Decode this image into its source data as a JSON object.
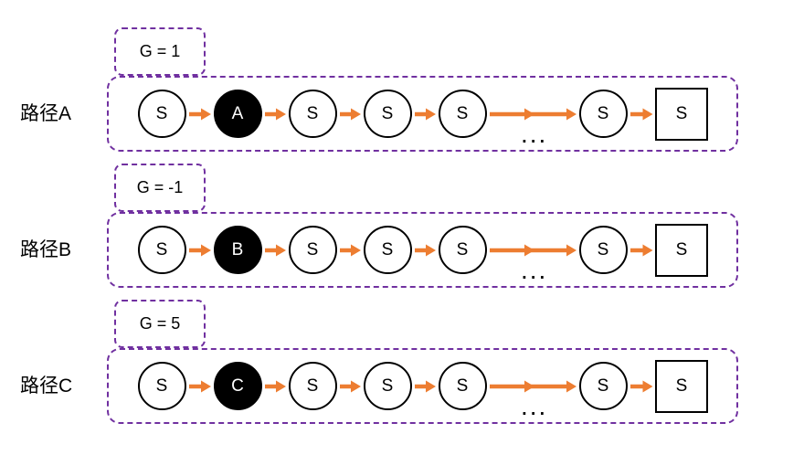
{
  "figure": {
    "title": "",
    "accent_purple": "#7030A0",
    "accent_orange": "#ED7D31",
    "node_fill_dark": "#000000",
    "background": "#ffffff"
  },
  "rows": [
    {
      "label": "路径A",
      "badge": "G = 1",
      "highlight_node": "A",
      "nodes": [
        {
          "text": "S",
          "shape": "circle",
          "filled": false
        },
        {
          "text": "A",
          "shape": "circle",
          "filled": true
        },
        {
          "text": "S",
          "shape": "circle",
          "filled": false
        },
        {
          "text": "S",
          "shape": "circle",
          "filled": false
        },
        {
          "text": "S",
          "shape": "circle",
          "filled": false
        },
        {
          "text": "S",
          "shape": "circle",
          "filled": false
        },
        {
          "text": "S",
          "shape": "square",
          "filled": false
        }
      ],
      "ellipsis": "..."
    },
    {
      "label": "路径B",
      "badge": "G = -1",
      "highlight_node": "B",
      "nodes": [
        {
          "text": "S",
          "shape": "circle",
          "filled": false
        },
        {
          "text": "B",
          "shape": "circle",
          "filled": true
        },
        {
          "text": "S",
          "shape": "circle",
          "filled": false
        },
        {
          "text": "S",
          "shape": "circle",
          "filled": false
        },
        {
          "text": "S",
          "shape": "circle",
          "filled": false
        },
        {
          "text": "S",
          "shape": "circle",
          "filled": false
        },
        {
          "text": "S",
          "shape": "square",
          "filled": false
        }
      ],
      "ellipsis": "..."
    },
    {
      "label": "路径C",
      "badge": "G = 5",
      "highlight_node": "C",
      "nodes": [
        {
          "text": "S",
          "shape": "circle",
          "filled": false
        },
        {
          "text": "C",
          "shape": "circle",
          "filled": true
        },
        {
          "text": "S",
          "shape": "circle",
          "filled": false
        },
        {
          "text": "S",
          "shape": "circle",
          "filled": false
        },
        {
          "text": "S",
          "shape": "circle",
          "filled": false
        },
        {
          "text": "S",
          "shape": "circle",
          "filled": false
        },
        {
          "text": "S",
          "shape": "square",
          "filled": false
        }
      ],
      "ellipsis": "..."
    }
  ]
}
